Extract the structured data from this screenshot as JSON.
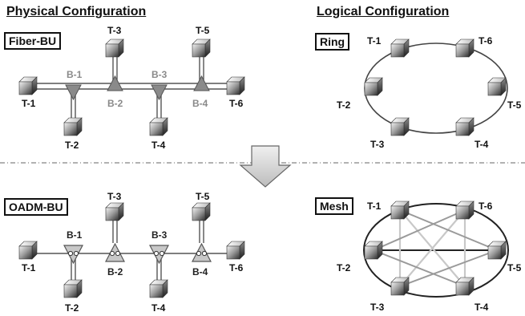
{
  "headings": {
    "physical": "Physical Configuration",
    "logical": "Logical Configuration"
  },
  "sections": {
    "fiber_bu": "Fiber-BU",
    "oadm_bu": "OADM-BU",
    "ring": "Ring",
    "mesh": "Mesh"
  },
  "terminals": [
    "T-1",
    "T-2",
    "T-3",
    "T-4",
    "T-5",
    "T-6"
  ],
  "branching_units": [
    "B-1",
    "B-2",
    "B-3",
    "B-4"
  ],
  "colors": {
    "line": "#555555",
    "cube_light": "#e8e8e8",
    "cube_dark": "#3a3a3a",
    "fiber_bu_grey": "#8a8a8a",
    "mesh_light_link": "#c8c8c8",
    "mesh_mid_link": "#9a9a9a",
    "arrow_fill": "#d8d8d8"
  }
}
